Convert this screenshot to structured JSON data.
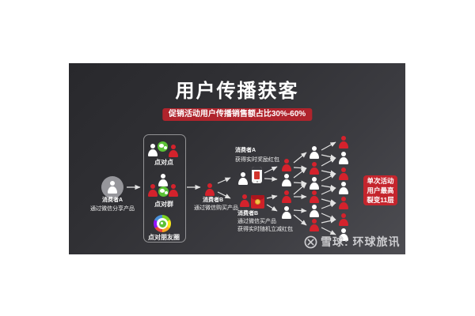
{
  "slide": {
    "title": "用户传播获客",
    "banner": "促销活动用户传播销售额占比30%-60%"
  },
  "consumer_a": {
    "name": "消费者A",
    "desc": "通过微信分享产品"
  },
  "channels": [
    {
      "label": "点对点"
    },
    {
      "label": "点对群"
    },
    {
      "label": "点对朋友圈"
    }
  ],
  "consumer_b": {
    "name": "消费者B",
    "desc": "通过微信购买产品"
  },
  "reward_a": {
    "name": "消费者A",
    "desc": "获得实时奖励红包"
  },
  "reward_b": {
    "name": "消费者B",
    "desc1": "通过微信买产品",
    "desc2": "获得实时随机立减红包"
  },
  "callout": {
    "line1": "单次活动",
    "line2": "用户最高",
    "line3": "裂变11层"
  },
  "watermark": {
    "text": "雪球: 环球旅讯"
  },
  "icons": {
    "user_white": "user-icon-white",
    "user_red": "user-icon-red",
    "wechat": "wechat-icon",
    "wechat_moments": "wechat-moments-icon",
    "phone_redpacket": "phone-red-packet-icon",
    "red_envelope": "red-envelope-icon",
    "xueqiu_logo": "xueqiu-logo-icon"
  },
  "colors": {
    "slide_background_dark": "#2a2a2e",
    "slide_background_light": "#4d4d52",
    "banner_red": "#b0242c",
    "callout_red": "#c4252d",
    "person_red": "#d4222c",
    "person_white": "#ffffff",
    "wechat_green": "#5bc236",
    "avatar_gray": "#96969b"
  },
  "tree": {
    "pattern": [
      [
        "red",
        "white",
        "red",
        "white"
      ],
      [
        "white",
        "red",
        "white",
        "red",
        "white",
        "red"
      ],
      [
        "red",
        "white",
        "red",
        "white",
        "red",
        "red",
        "white"
      ]
    ]
  }
}
